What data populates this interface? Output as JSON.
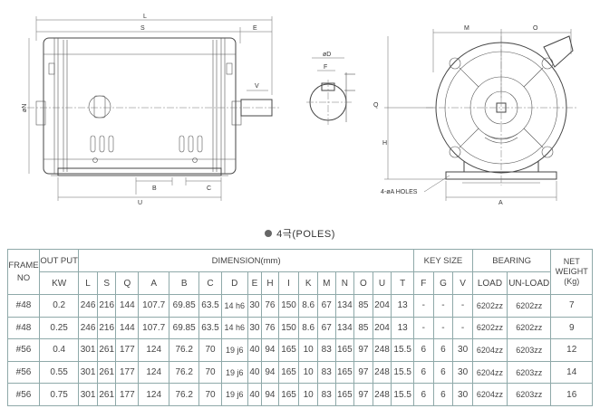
{
  "drawing": {
    "labels": {
      "l": "L",
      "s": "S",
      "e": "E",
      "phi_n": "øN",
      "b": "B",
      "c": "C",
      "u": "U",
      "phi_d": "øD",
      "f": "F",
      "v": "V",
      "m": "M",
      "o": "O",
      "q": "Q",
      "h": "H",
      "a": "A",
      "holes": "4-øA HOLES"
    }
  },
  "caption": "4극(POLES)",
  "table": {
    "group_headers": {
      "frame_no": "FRAME NO",
      "output": "OUT PUT",
      "dimension": "DIMENSION(mm)",
      "key_size": "KEY SIZE",
      "bearing": "BEARING",
      "net_weight": "NET WEIGHT (Kg)"
    },
    "sub_headers": {
      "kw": "KW",
      "dims": [
        "L",
        "S",
        "Q",
        "A",
        "B",
        "C",
        "D",
        "E",
        "H",
        "I",
        "K",
        "M",
        "N",
        "O",
        "U",
        "T"
      ],
      "key": [
        "F",
        "G",
        "V"
      ],
      "load": "LOAD",
      "unload": "UN-LOAD"
    },
    "rows": [
      {
        "frame": "#48",
        "kw": "0.2",
        "dims": [
          "246",
          "216",
          "144",
          "107.7",
          "69.85",
          "63.5",
          "14 h6",
          "30",
          "76",
          "150",
          "8.6",
          "67",
          "134",
          "85",
          "204",
          "13"
        ],
        "key": [
          "-",
          "-",
          "-"
        ],
        "load": "6202zz",
        "unload": "6202zz",
        "weight": "7"
      },
      {
        "frame": "#48",
        "kw": "0.25",
        "dims": [
          "246",
          "216",
          "144",
          "107.7",
          "69.85",
          "63.5",
          "14 h6",
          "30",
          "76",
          "150",
          "8.6",
          "67",
          "134",
          "85",
          "204",
          "13"
        ],
        "key": [
          "-",
          "-",
          "-"
        ],
        "load": "6202zz",
        "unload": "6202zz",
        "weight": "9"
      },
      {
        "frame": "#56",
        "kw": "0.4",
        "dims": [
          "301",
          "261",
          "177",
          "124",
          "76.2",
          "70",
          "19 j6",
          "40",
          "94",
          "165",
          "10",
          "83",
          "165",
          "97",
          "248",
          "15.5"
        ],
        "key": [
          "6",
          "6",
          "30"
        ],
        "load": "6204zz",
        "unload": "6203zz",
        "weight": "12"
      },
      {
        "frame": "#56",
        "kw": "0.55",
        "dims": [
          "301",
          "261",
          "177",
          "124",
          "76.2",
          "70",
          "19 j6",
          "40",
          "94",
          "165",
          "10",
          "83",
          "165",
          "97",
          "248",
          "15.5"
        ],
        "key": [
          "6",
          "6",
          "30"
        ],
        "load": "6204zz",
        "unload": "6203zz",
        "weight": "14"
      },
      {
        "frame": "#56",
        "kw": "0.75",
        "dims": [
          "301",
          "261",
          "177",
          "124",
          "76.2",
          "70",
          "19 j6",
          "40",
          "94",
          "165",
          "10",
          "83",
          "165",
          "97",
          "248",
          "15.5"
        ],
        "key": [
          "6",
          "6",
          "30"
        ],
        "load": "6204zz",
        "unload": "6203zz",
        "weight": "16"
      }
    ]
  }
}
